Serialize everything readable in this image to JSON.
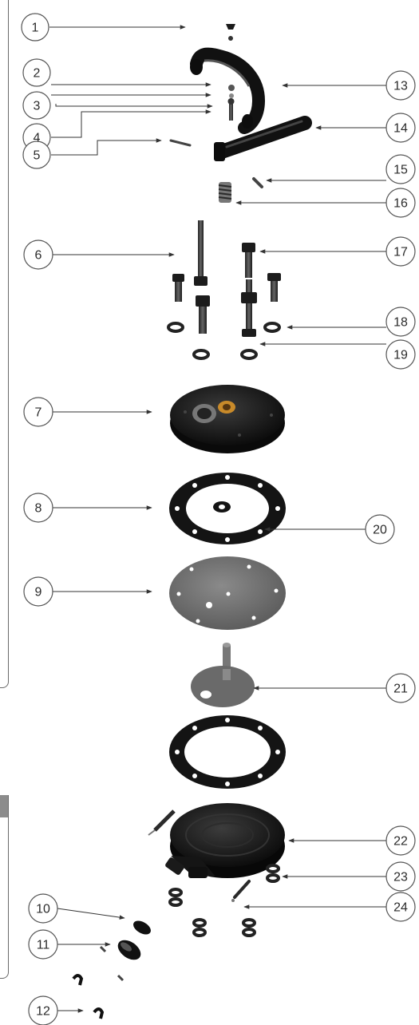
{
  "diagram": {
    "callouts_left": [
      {
        "number": "1"
      },
      {
        "number": "2"
      },
      {
        "number": "3"
      },
      {
        "number": "4"
      },
      {
        "number": "5"
      },
      {
        "number": "6"
      },
      {
        "number": "7"
      },
      {
        "number": "8"
      },
      {
        "number": "9"
      },
      {
        "number": "10"
      },
      {
        "number": "11"
      },
      {
        "number": "12"
      }
    ],
    "callouts_right": [
      {
        "number": "13"
      },
      {
        "number": "14"
      },
      {
        "number": "15"
      },
      {
        "number": "16"
      },
      {
        "number": "17"
      },
      {
        "number": "18"
      },
      {
        "number": "19"
      },
      {
        "number": "20"
      },
      {
        "number": "21"
      },
      {
        "number": "22"
      },
      {
        "number": "23"
      },
      {
        "number": "24"
      }
    ]
  },
  "colors": {
    "part_dark": "#151515",
    "part_mid": "#3a3a3a",
    "part_grey": "#8a8a8a",
    "plate_grey": "#6e6e6e",
    "brass": "#c88a2a",
    "frame": "#6a6a6a",
    "callout_stroke": "#555555"
  }
}
